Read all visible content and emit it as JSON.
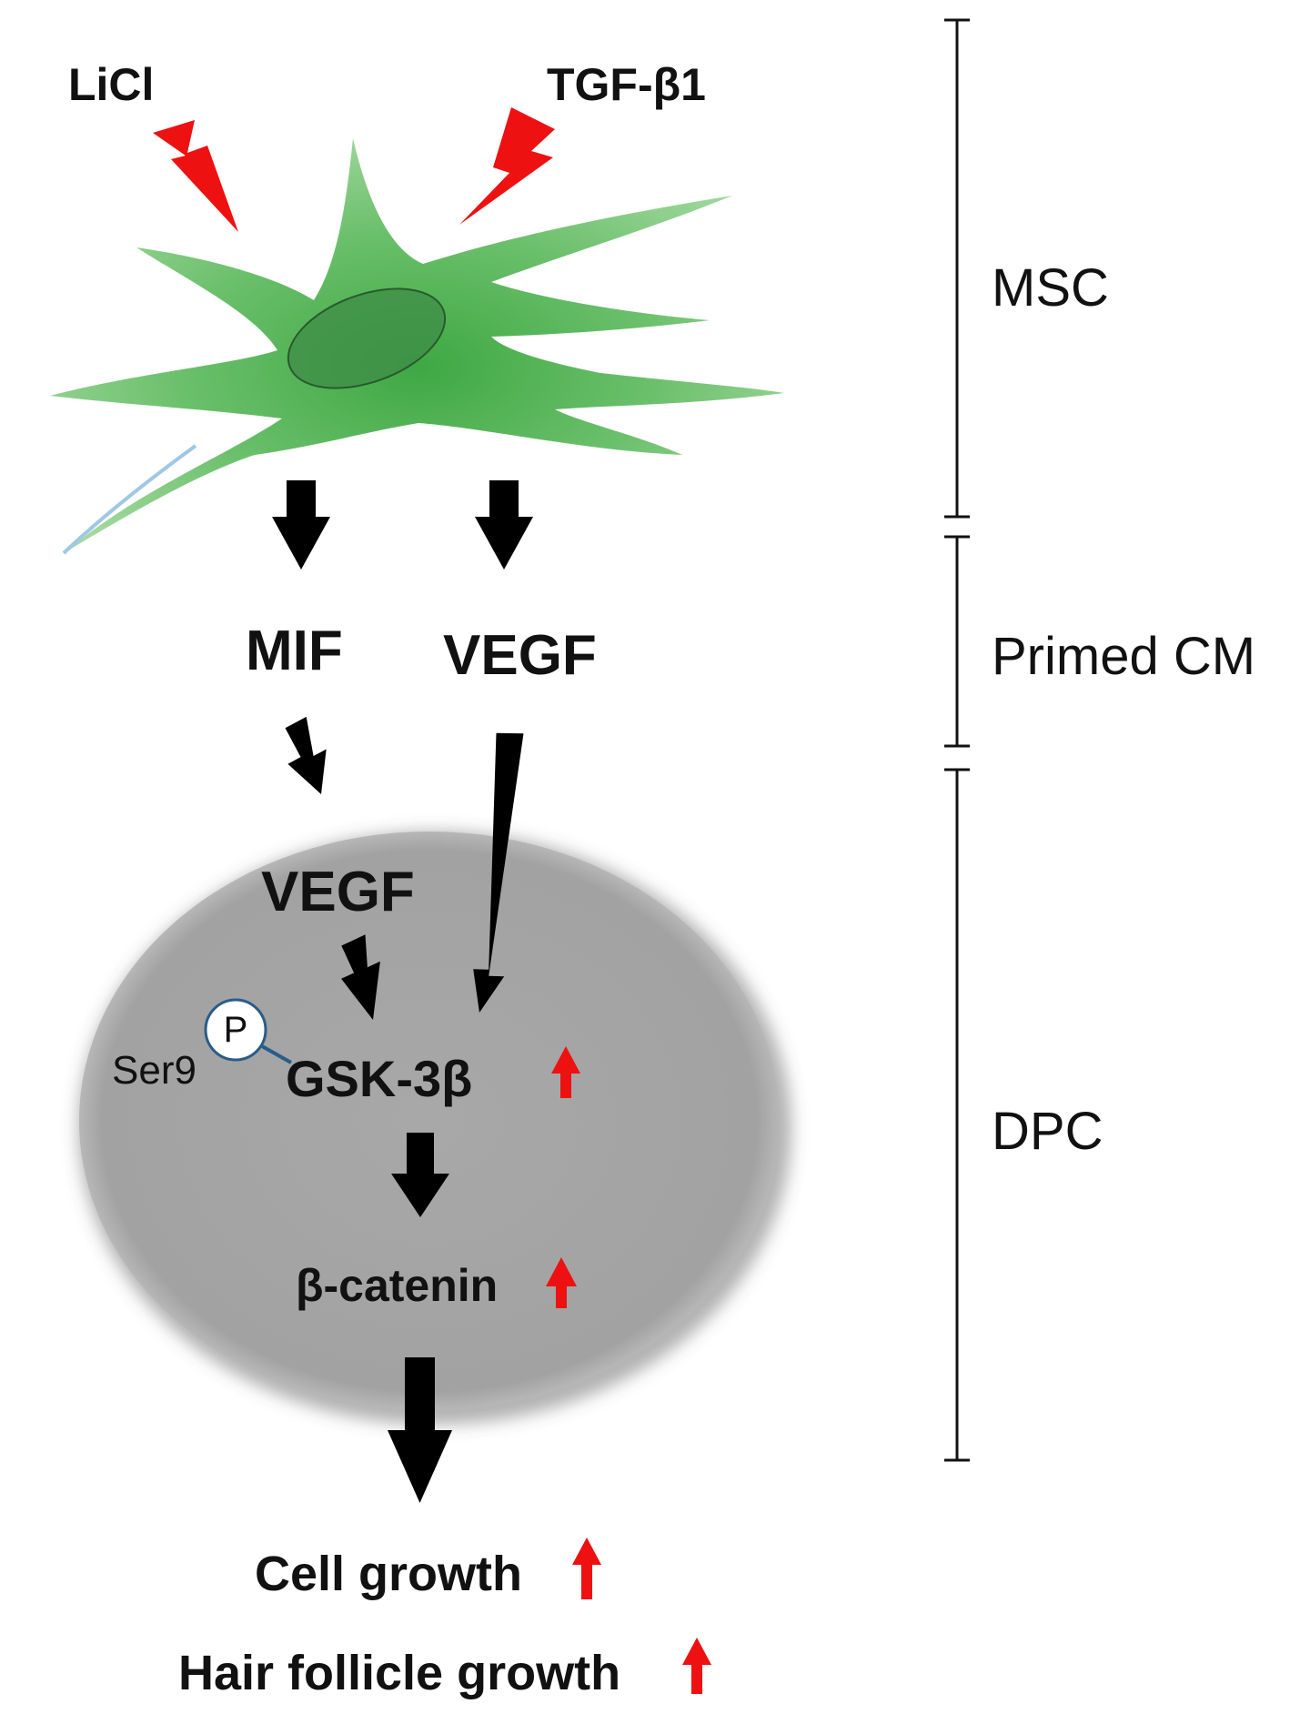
{
  "stimuli": {
    "licl": "LiCl",
    "tgf": "TGF-β1"
  },
  "secreted": {
    "mif": "MIF",
    "vegf": "VEGF"
  },
  "dpc_pathway": {
    "vegf": "VEGF",
    "gsk": "GSK-3β",
    "phospho": "P",
    "site": "Ser9",
    "catenin": "β-catenin"
  },
  "outcomes": {
    "cell_growth": "Cell growth",
    "hair_growth": "Hair follicle growth"
  },
  "stages": {
    "msc": "MSC",
    "primed_cm": "Primed CM",
    "dpc": "DPC"
  },
  "colors": {
    "cell_green": "#5cb85c",
    "nucleus": "#3f8f45",
    "dpc_gray": "#a3a3a3",
    "arrow": "#000000",
    "up_arrow": "#ee1111",
    "lightning": "#ee1111",
    "phospho_link": "#2a5c8a"
  },
  "icons": {
    "stimulus": "lightning-bolt-icon",
    "increase": "red-up-arrow-icon"
  }
}
